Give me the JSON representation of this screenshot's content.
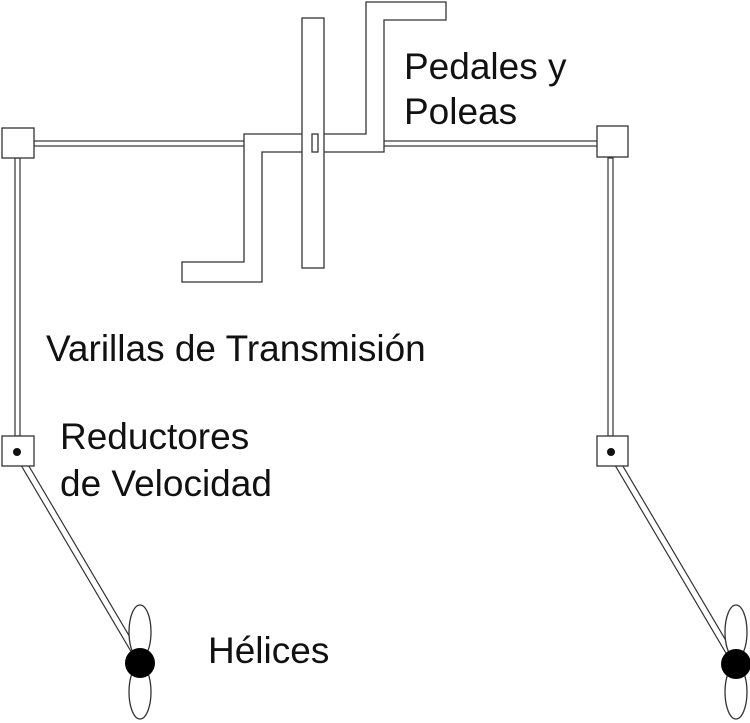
{
  "labels": {
    "pedals_line1": "Pedales y",
    "pedals_line2": "Poleas",
    "rods": "Varillas de Transmisión",
    "reducers_line1": "Reductores",
    "reducers_line2": "de Velocidad",
    "propellers": "Hélices"
  },
  "colors": {
    "stroke": "#333333",
    "hub": "#000000",
    "background": "#ffffff"
  }
}
